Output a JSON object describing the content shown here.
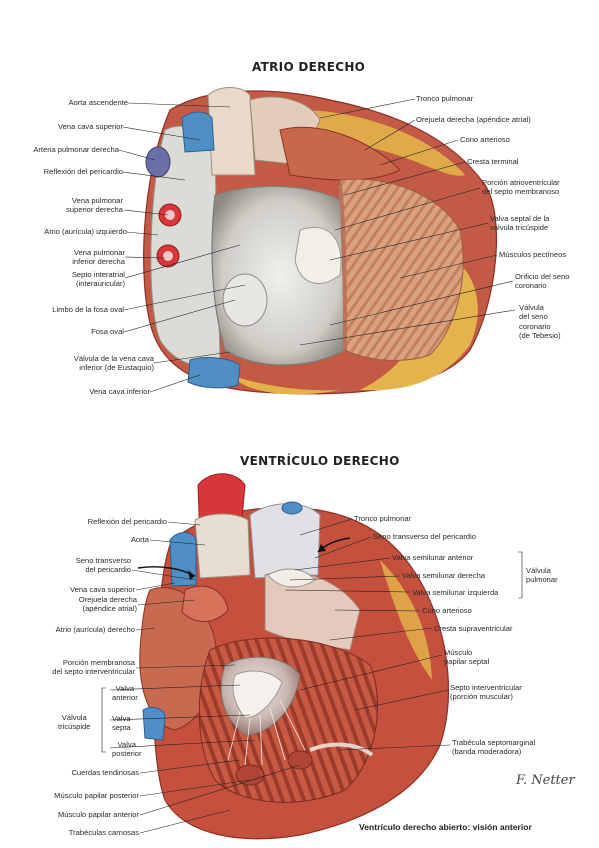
{
  "top": {
    "title": "ATRIO DERECHO",
    "left_labels": [
      "Aorta ascendente",
      "Vena cava superior",
      "Arteria pulmonar derecha",
      "Reflexión del pericardio",
      "Vena pulmonar\nsuperior derecha",
      "Atrio (aurícula) izquierdo",
      "Vena pulmonar\ninferior derecha",
      "Septo interatrial\n(interauricular)",
      "Limbo de la fosa oval",
      "Fosa oval",
      "Válvula de la vena cava\ninferior (de Eustaquio)",
      "Vena cava inferior"
    ],
    "right_labels": [
      "Tronco pulmonar",
      "Orejuela derecha (apéndice atrial)",
      "Cono arterioso",
      "Cresta terminal",
      "Porción atrioventricular\ndel septo membranoso",
      "Valva septal de la\nválvula tricúspide",
      "Músculos pectíneos",
      "Orificio del seno\ncoronario",
      "Válvula\ndel seno\ncoronario\n(de Tebesio)"
    ]
  },
  "bottom": {
    "title": "VENTRÍCULO DERECHO",
    "left_labels": [
      "Reflexión del pericardio",
      "Aorta",
      "Seno transverso\ndel pericardio",
      "Vena cava superior",
      "Orejuela derecha\n(apéndice atrial)",
      "Atrio (aurícula) derecho",
      "Porción membranosa\ndel septo interventricular",
      "Valva\nanterior",
      "Valva\nsepta",
      "Valva\nposterior",
      "Válvula\ntricúspide",
      "Cuerdas tendinosas",
      "Músculo papilar posterior",
      "Músculo papilar anterior",
      "Trabéculas carnosas"
    ],
    "right_labels": [
      "Tronco pulmonar",
      "Seno transverso del pericardio",
      "Valva semilunar anterior",
      "Valva semilunar derecha",
      "Valva semilunar izquierda",
      "Válvula\npulmonar",
      "Cono arterioso",
      "Cresta supraventricular",
      "Músculo\npapilar septal",
      "Septo interventricular\n(porción muscular)",
      "Trabécula septomarginal\n(banda moderadora)"
    ],
    "caption": "Ventrículo derecho abierto: visión anterior",
    "signature": "F. Netter"
  },
  "colors": {
    "muscle": "#c4503d",
    "muscle_dark": "#8e2f24",
    "fat": "#e2b347",
    "vein_blue": "#4f8fc6",
    "artery_red": "#d8363a",
    "wall_pale": "#d6d6d2",
    "leader": "#222222"
  }
}
